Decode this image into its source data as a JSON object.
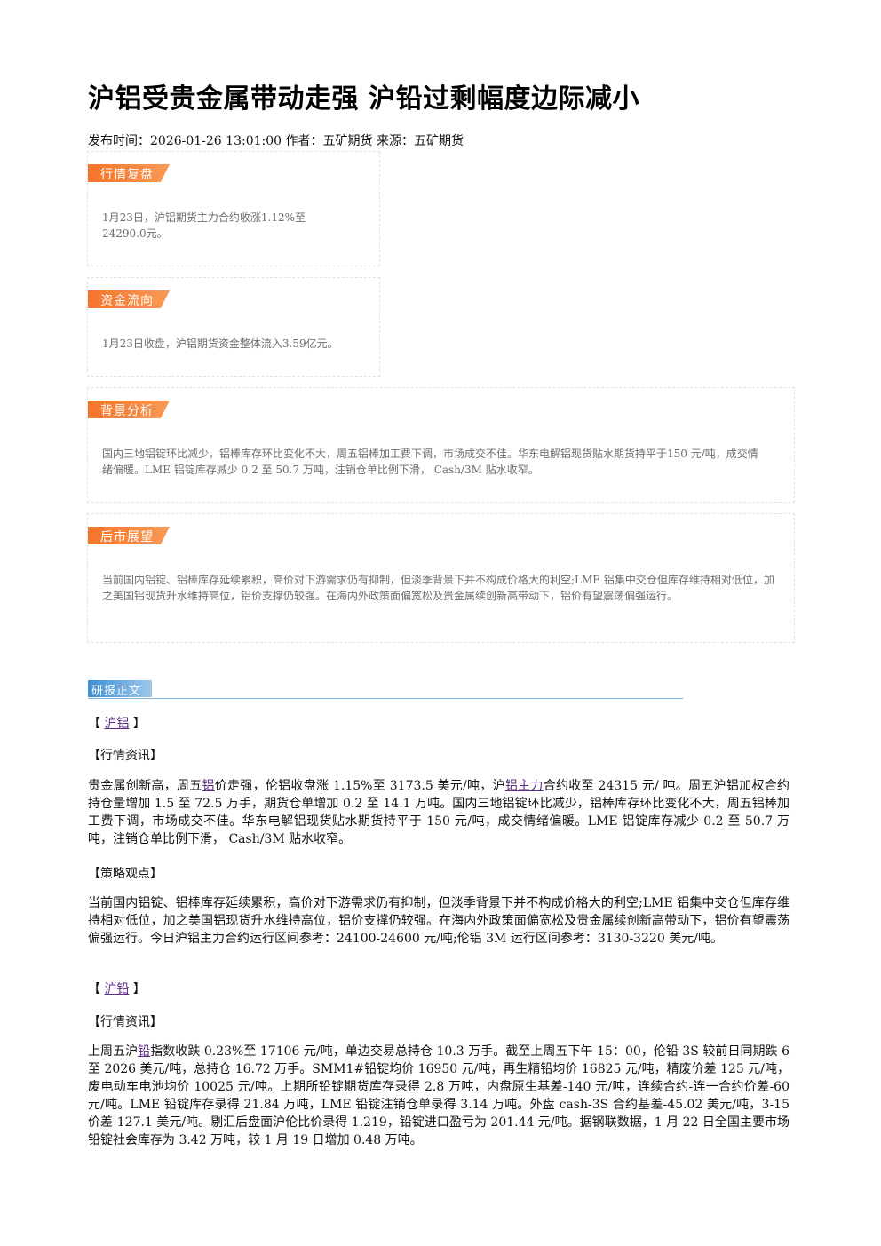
{
  "article": {
    "title": "沪铝受贵金属带动走强 沪铅过剩幅度边际减小",
    "meta": "发布时间：2026-01-26 13:01:00 作者：五矿期货 来源：五矿期货"
  },
  "summary": {
    "market_review": {
      "tag": "行情复盘",
      "text": "1月23日，沪铝期货主力合约收涨1.12%至24290.0元。"
    },
    "capital_flow": {
      "tag": "资金流向",
      "text": "1月23日收盘，沪铝期货资金整体流入3.59亿元。"
    },
    "background": {
      "tag": "背景分析",
      "text": "国内三地铝锭环比减少，铝棒库存环比变化不大，周五铝棒加工费下调，市场成交不佳。华东电解铝现货贴水期货持平于150 元/吨，成交情绪偏暖。LME 铝锭库存减少 0.2 至 50.7 万吨，注销仓单比例下滑， Cash/3M 贴水收窄。"
    },
    "outlook": {
      "tag": "后市展望",
      "text": "当前国内铝锭、铝棒库存延续累积，高价对下游需求仍有抑制，但淡季背景下并不构成价格大的利空;LME 铝集中交仓但库存维持相对低位，加之美国铝现货升水维持高位，铝价支撑仍较强。在海内外政策面偏宽松及贵金属续创新高带动下，铝价有望震荡偏强运行。"
    }
  },
  "report": {
    "header": "研报正文",
    "al": {
      "bracket_open": "【",
      "name": "沪铝",
      "bracket_close": "】",
      "news_heading": "【行情资讯】",
      "news": {
        "p1": "贵金属创新高，周五",
        "link1": "铝",
        "p2": "价走强，伦铝收盘涨 1.15%至 3173.5 美元/吨，沪",
        "link2": "铝主力",
        "p3": "合约收至 24315 元/ 吨。周五沪铝加权合约持仓量增加 1.5 至 72.5 万手，期货仓单增加 0.2 至 14.1 万吨。国内三地铝锭环比减少，铝棒库存环比变化不大，周五铝棒加工费下调，市场成交不佳。华东电解铝现货贴水期货持平于 150 元/吨，成交情绪偏暖。LME 铝锭库存减少 0.2 至 50.7 万吨，注销仓单比例下滑， Cash/3M 贴水收窄。"
      },
      "strategy_heading": "【策略观点】",
      "strategy": "当前国内铝锭、铝棒库存延续累积，高价对下游需求仍有抑制，但淡季背景下并不构成价格大的利空;LME 铝集中交仓但库存维持相对低位，加之美国铝现货升水维持高位，铝价支撑仍较强。在海内外政策面偏宽松及贵金属续创新高带动下，铝价有望震荡偏强运行。今日沪铝主力合约运行区间参考：24100-24600 元/吨;伦铝 3M 运行区间参考：3130-3220 美元/吨。"
    },
    "pb": {
      "bracket_open": "【",
      "name": "沪铅",
      "bracket_close": "】",
      "news_heading": "【行情资讯】",
      "news": {
        "p1": "上周五沪",
        "link1": "铅",
        "p2": "指数收跌 0.23%至 17106 元/吨，单边交易总持仓 10.3 万手。截至上周五下午 15：00，伦铅 3S 较前日同期跌 6 至 2026 美元/吨，总持仓 16.72 万手。SMM1#铅锭均价 16950 元/吨，再生精铅均价 16825 元/吨，精废价差 125 元/吨，废电动车电池均价 10025 元/吨。上期所铅锭期货库存录得 2.8 万吨，内盘原生基差-140 元/吨，连续合约-连一合约价差-60 元/吨。LME 铅锭库存录得 21.84 万吨，LME 铅锭注销仓单录得 3.14 万吨。外盘 cash-3S 合约基差-45.02 美元/吨，3-15 价差-127.1 美元/吨。剔汇后盘面沪伦比价录得 1.219，铅锭进口盈亏为 201.44 元/吨。据钢联数据，1 月 22 日全国主要市场铅锭社会库存为 3.42 万吨，较 1 月 19 日增加 0.48 万吨。"
      }
    }
  },
  "colors": {
    "tag_orange": "#f5742a",
    "header_blue": "#3e8fd2",
    "link_purple": "#5b2c83"
  }
}
